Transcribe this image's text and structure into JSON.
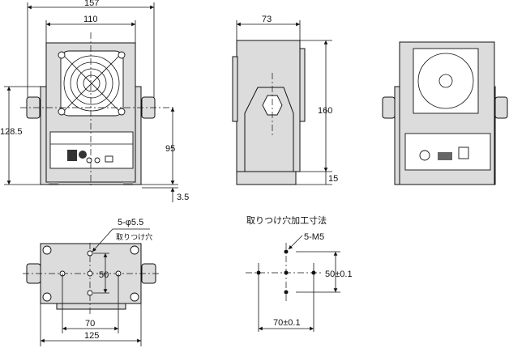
{
  "front_view": {
    "dim_overall_width": "157",
    "dim_body_width": "110",
    "dim_knob_height": "128.5",
    "dim_center_height": "95",
    "dim_foot": "3.5"
  },
  "side_view": {
    "dim_depth": "73",
    "dim_height": "160",
    "dim_base": "15"
  },
  "bottom_view": {
    "hole_spec": "5-φ5.5",
    "hole_label": "取りつけ穴",
    "dim_hole_pitch_v": "50",
    "dim_hole_pitch_h": "70",
    "dim_width": "125"
  },
  "mounting_pattern": {
    "title": "取りつけ穴加工寸法",
    "hole_spec": "5-M5",
    "dim_v": "50±0.1",
    "dim_h": "70±0.1"
  }
}
